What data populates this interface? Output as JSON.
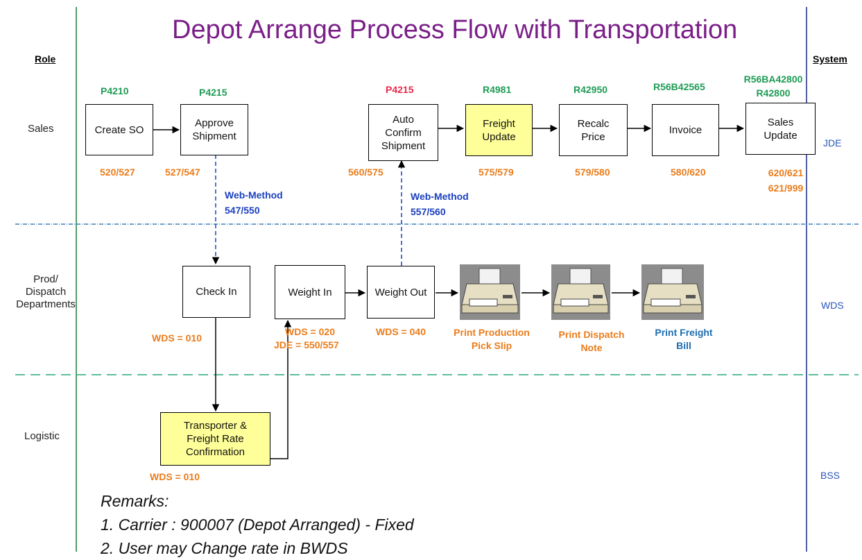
{
  "title": "Depot Arrange Process Flow with Transportation",
  "headers": {
    "role": "Role",
    "system": "System"
  },
  "roles": {
    "sales": "Sales",
    "prod_line1": "Prod/",
    "prod_line2": "Dispatch",
    "prod_line3": "Departments",
    "logistic": "Logistic"
  },
  "systems": {
    "jde": "JDE",
    "wds": "WDS",
    "bss": "BSS"
  },
  "boxes": {
    "create_so": "Create SO",
    "approve_line1": "Approve",
    "approve_line2": "Shipment",
    "auto_line1": "Auto",
    "auto_line2": "Confirm",
    "auto_line3": "Shipment",
    "freight_line1": "Freight",
    "freight_line2": "Update",
    "recalc_line1": "Recalc",
    "recalc_line2": "Price",
    "invoice": "Invoice",
    "sales_update_line1": "Sales",
    "sales_update_line2": "Update",
    "check_in": "Check In",
    "weight_in": "Weight In",
    "weight_out": "Weight Out",
    "transporter_line1": "Transporter &",
    "transporter_line2": "Freight Rate",
    "transporter_line3": "Confirmation"
  },
  "programs": {
    "p4210": "P4210",
    "p4215_a": "P4215",
    "p4215_b": "P4215",
    "r4981": "R4981",
    "r42950": "R42950",
    "r56b42565": "R56B42565",
    "r56ba42800": "R56BA42800",
    "r42800": "R42800"
  },
  "statuses": {
    "s520_527": "520/527",
    "s527_547": "527/547",
    "s560_575": "560/575",
    "s575_579": "575/579",
    "s579_580": "579/580",
    "s580_620": "580/620",
    "s620_621": "620/621",
    "s621_999": "621/999",
    "wds_010_checkin": "WDS = 010",
    "wds_020": "WDS = 020",
    "jde_550_557": "JDE = 550/557",
    "wds_040": "WDS = 040",
    "wds_010_logistic": "WDS = 010"
  },
  "web_methods": {
    "left_title": "Web-Method",
    "left_code": "547/550",
    "right_title": "Web-Method",
    "right_code": "557/560"
  },
  "print_labels": {
    "production_line1": "Print Production",
    "production_line2": "Pick Slip",
    "dispatch_line1": "Print Dispatch",
    "dispatch_line2": "Note",
    "freight_line1": "Print Freight",
    "freight_line2": "Bill"
  },
  "remarks": {
    "heading": "Remarks:",
    "item1": "1.  Carrier :  900007 (Depot Arranged)  - Fixed",
    "item2": "2.  User may Change rate in BWDS"
  },
  "icons": [
    "printer-icon",
    "printer-icon",
    "printer-icon"
  ],
  "colors": {
    "title": "#7a1f88",
    "program_green": "#1f9b55",
    "program_red": "#e8294a",
    "status_orange": "#ea7c1a",
    "web_method_blue": "#1a3fbf",
    "system_blue": "#2a55b8",
    "highlight_yellow": "#ffff99",
    "role_line": "#1f7a3a",
    "system_line": "#1a2a8a"
  }
}
